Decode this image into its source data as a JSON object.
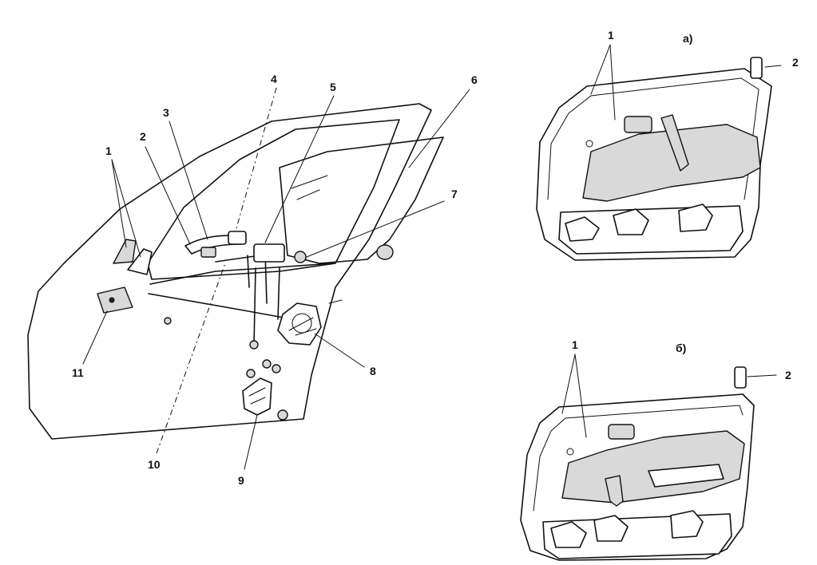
{
  "main_view": {
    "labels": [
      "1",
      "2",
      "3",
      "4",
      "5",
      "6",
      "7",
      "8",
      "9",
      "10",
      "11"
    ]
  },
  "panel_a": {
    "variant": "a)",
    "label_1": "1",
    "label_2": "2"
  },
  "panel_b": {
    "variant": "б)",
    "label_1": "1",
    "label_2": "2"
  }
}
